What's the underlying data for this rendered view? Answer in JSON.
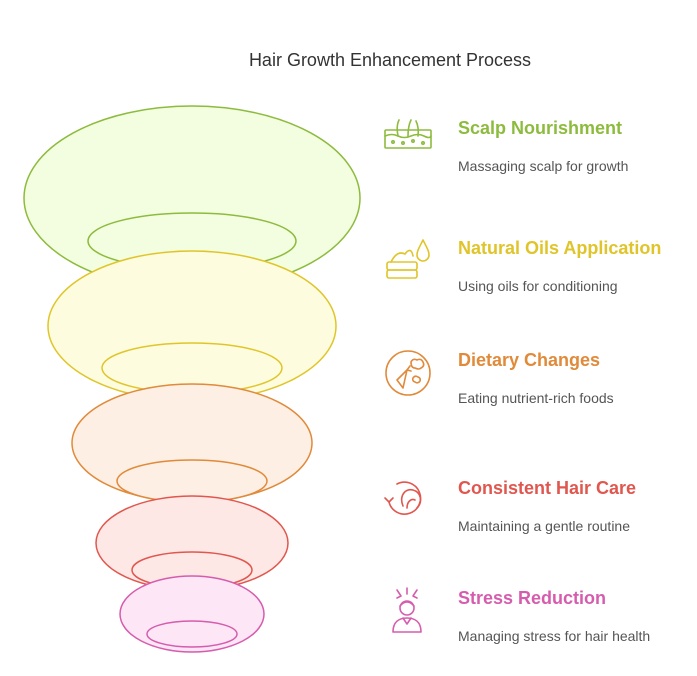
{
  "title": "Hair Growth Enhancement Process",
  "steps": [
    {
      "label": "Scalp Nourishment",
      "desc": "Massaging scalp for growth",
      "icon": "scalp-icon",
      "color": "#8dbb3e",
      "fill": "#f3fde0"
    },
    {
      "label": "Natural Oils Application",
      "desc": "Using oils for conditioning",
      "icon": "oil-jar-icon",
      "color": "#e0c52a",
      "fill": "#fdfcde"
    },
    {
      "label": "Dietary Changes",
      "desc": "Eating nutrient-rich foods",
      "icon": "food-icon",
      "color": "#e08a3a",
      "fill": "#fdefe4"
    },
    {
      "label": "Consistent Hair Care",
      "desc": "Maintaining a gentle routine",
      "icon": "hair-care-icon",
      "color": "#e0574f",
      "fill": "#fde8e6"
    },
    {
      "label": "Stress Reduction",
      "desc": "Managing stress for hair health",
      "icon": "stressed-person-icon",
      "color": "#d65cad",
      "fill": "#fde6f6"
    }
  ]
}
